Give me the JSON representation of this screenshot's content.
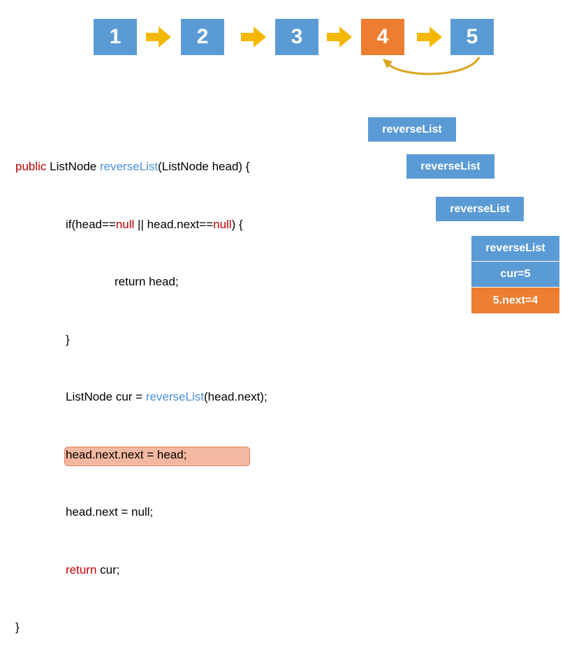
{
  "list": {
    "nodes": [
      "1",
      "2",
      "3",
      "4",
      "5"
    ],
    "colors": {
      "default": "#5b9bd5",
      "active": "#ed7d31",
      "arrow": "#f5b800",
      "curve": "#d9a520"
    }
  },
  "code": {
    "l1_kw": "public",
    "l1_a": " ListNode ",
    "l1_fn": "reverseList",
    "l1_b": "(ListNode head) {",
    "l2_a": "if(head==",
    "l2_null1": "null",
    "l2_b": " || head.next==",
    "l2_null2": "null",
    "l2_c": ") {",
    "l3": "return head;",
    "l4": "}",
    "l5_a": "ListNode cur = ",
    "l5_fn": "reverseList",
    "l5_b": "(head.next);",
    "l6": "head.next.next = head;",
    "l7": "head.next = null;",
    "l8_kw": "return",
    "l8_b": " cur;",
    "l9": "}"
  },
  "stack": {
    "frame1": "reverseList",
    "frame2": "reverseList",
    "frame3": "reverseList",
    "frame4": "reverseList",
    "cur": "cur=5",
    "next": "5.next=4"
  }
}
